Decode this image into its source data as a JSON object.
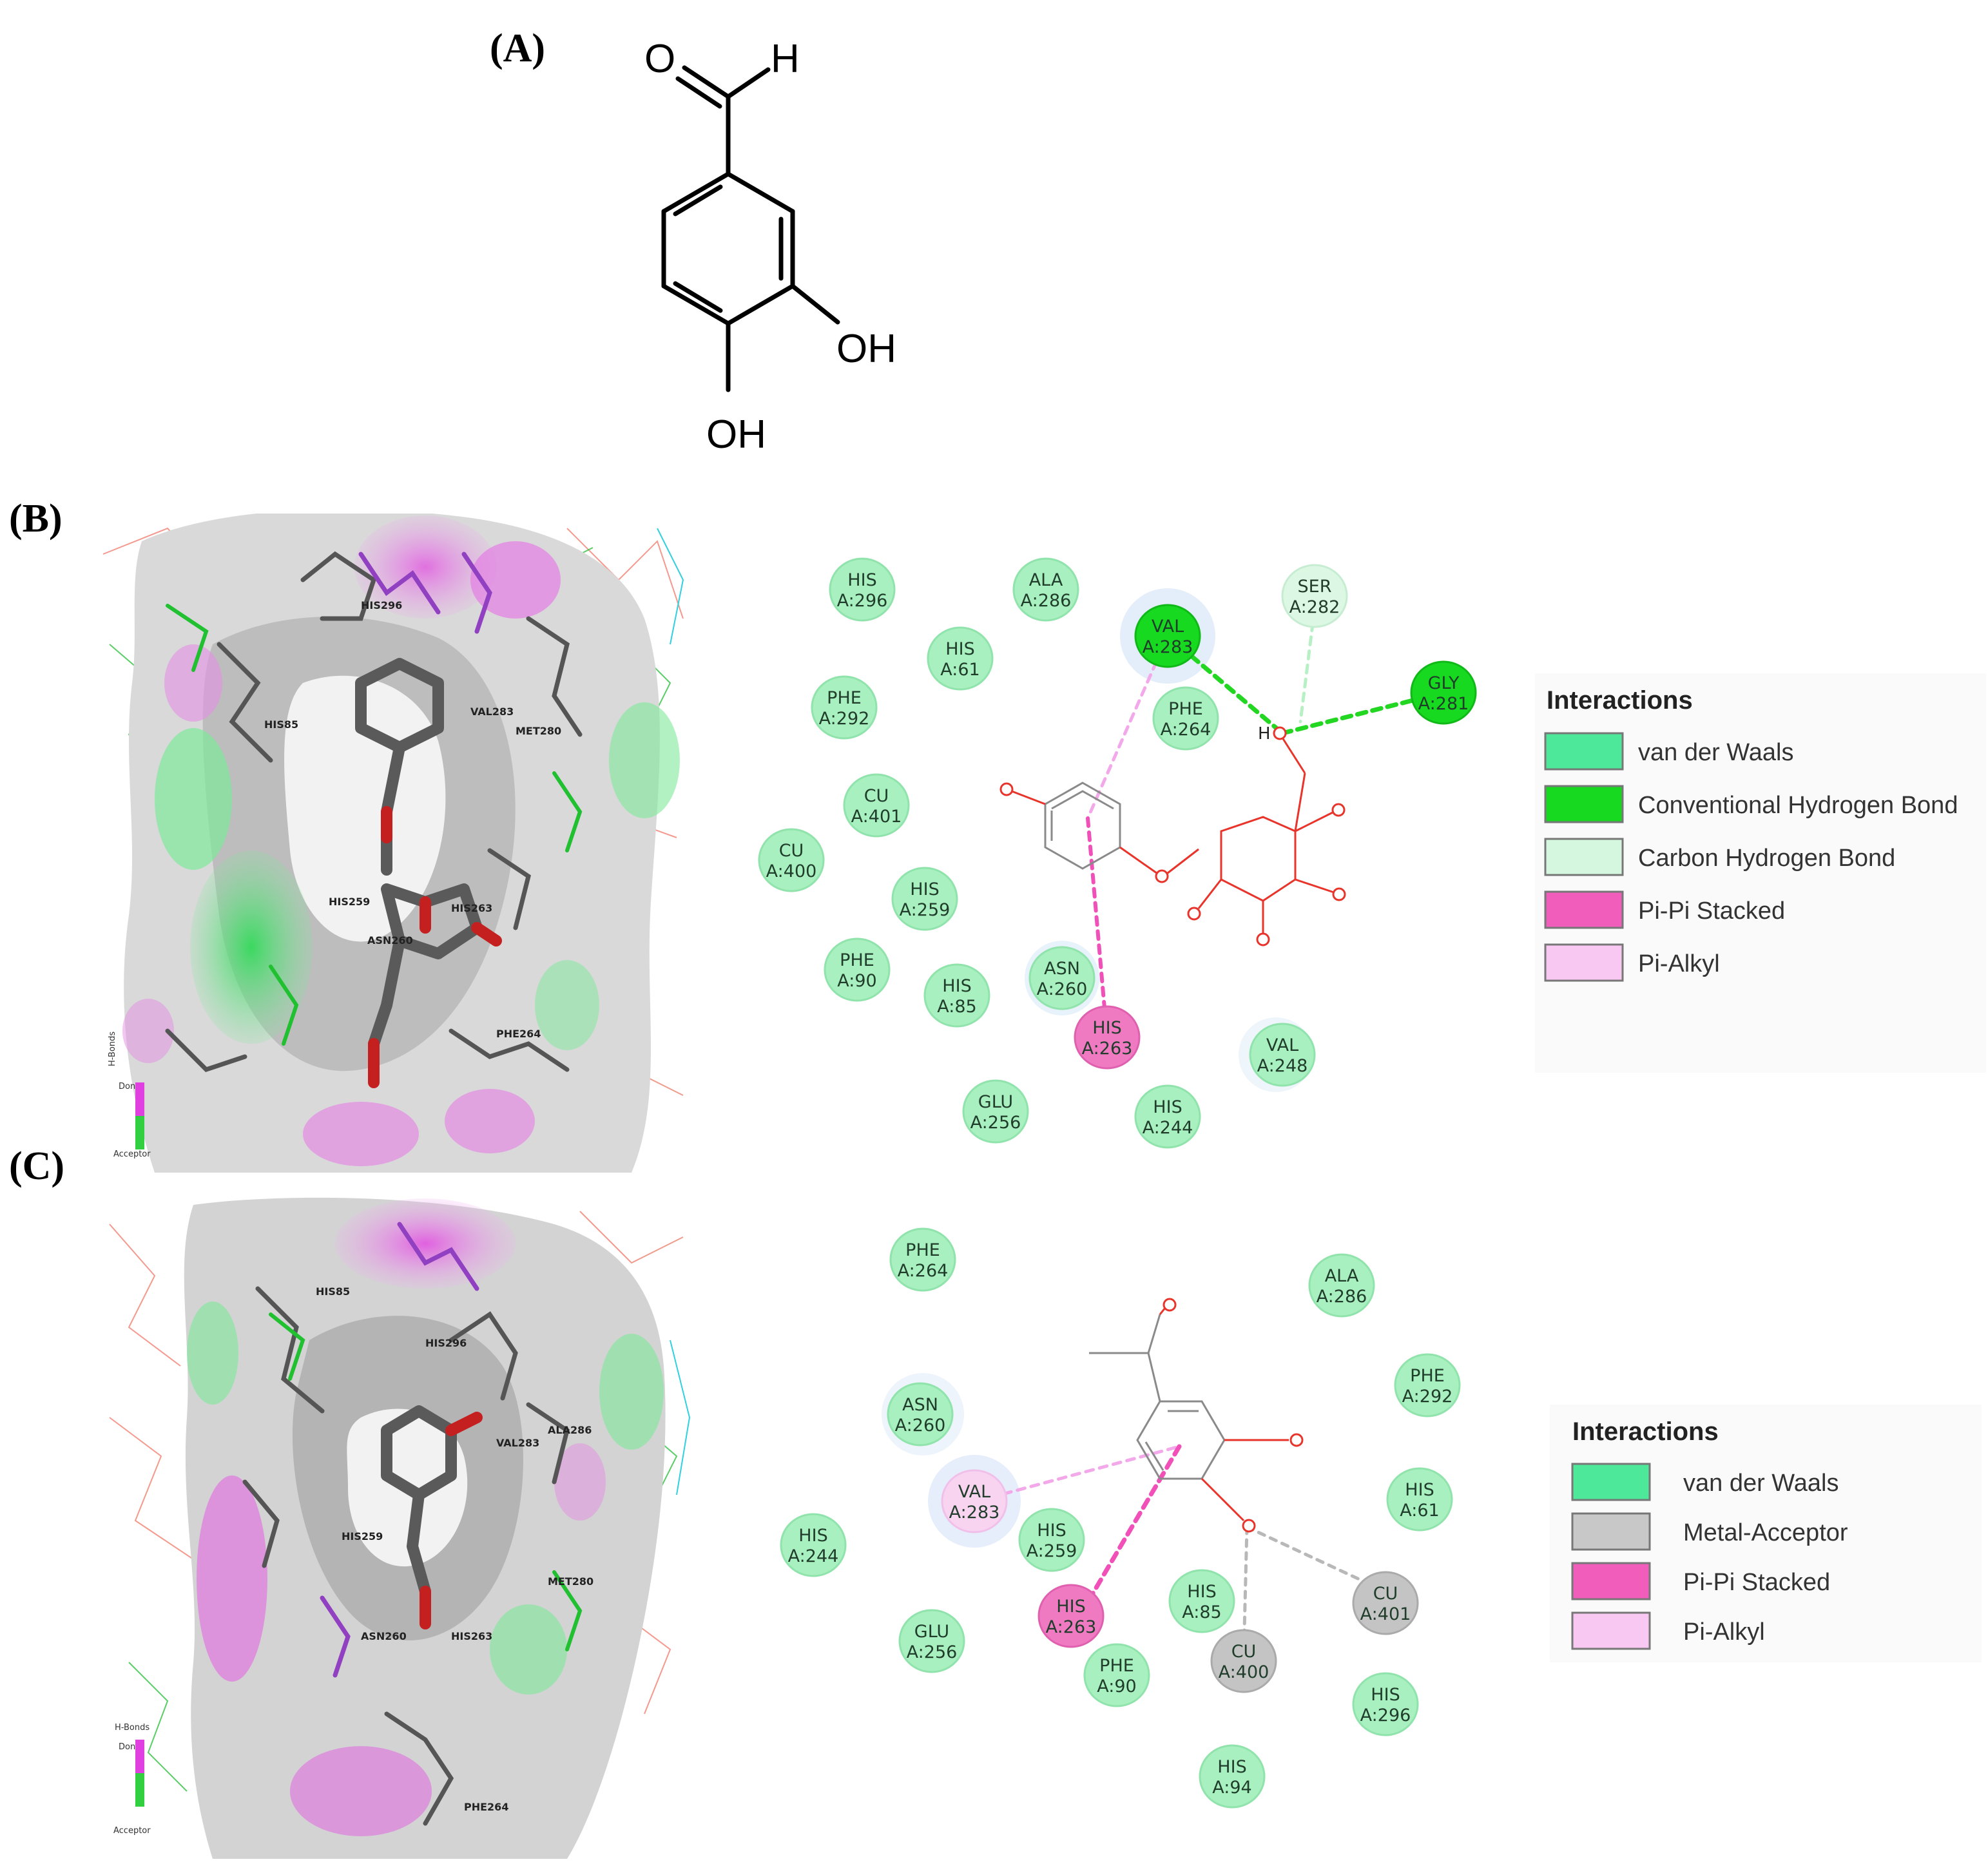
{
  "panels": {
    "a": {
      "label": "(A)",
      "structure": {
        "aldehyde_o": "O",
        "aldehyde_h": "H",
        "oh_upper": "OH",
        "oh_lower": "OH"
      }
    },
    "b": {
      "label": "(B)",
      "view3d": {
        "scale_top": "Donor",
        "scale_bottom": "Acceptor",
        "scale_caption": "H-Bonds",
        "residue_tags": [
          "HIS296",
          "HIS85",
          "VAL283",
          "MET280",
          "HIS259",
          "HIS263",
          "ASN260",
          "PHE264"
        ]
      },
      "residues": [
        {
          "name": "HIS",
          "id": "A:296",
          "kind": "vdw"
        },
        {
          "name": "ALA",
          "id": "A:286",
          "kind": "vdw"
        },
        {
          "name": "VAL",
          "id": "A:283",
          "kind": "hbond"
        },
        {
          "name": "SER",
          "id": "A:282",
          "kind": "chbond"
        },
        {
          "name": "HIS",
          "id": "A:61",
          "kind": "vdw"
        },
        {
          "name": "GLY",
          "id": "A:281",
          "kind": "hbond"
        },
        {
          "name": "PHE",
          "id": "A:292",
          "kind": "vdw"
        },
        {
          "name": "PHE",
          "id": "A:264",
          "kind": "vdw"
        },
        {
          "name": "CU",
          "id": "A:401",
          "kind": "vdw"
        },
        {
          "name": "CU",
          "id": "A:400",
          "kind": "vdw"
        },
        {
          "name": "HIS",
          "id": "A:259",
          "kind": "vdw"
        },
        {
          "name": "PHE",
          "id": "A:90",
          "kind": "vdw"
        },
        {
          "name": "HIS",
          "id": "A:85",
          "kind": "vdw"
        },
        {
          "name": "ASN",
          "id": "A:260",
          "kind": "vdw"
        },
        {
          "name": "HIS",
          "id": "A:263",
          "kind": "pipi"
        },
        {
          "name": "VAL",
          "id": "A:248",
          "kind": "vdw"
        },
        {
          "name": "GLU",
          "id": "A:256",
          "kind": "vdw"
        },
        {
          "name": "HIS",
          "id": "A:244",
          "kind": "vdw"
        }
      ],
      "ligand_atoms": {
        "h": "H"
      },
      "legend": {
        "title": "Interactions",
        "items": [
          {
            "label": "van der Waals",
            "color": "#4ee89a"
          },
          {
            "label": "Conventional Hydrogen Bond",
            "color": "#17d91f"
          },
          {
            "label": "Carbon Hydrogen Bond",
            "color": "#d6f7df"
          },
          {
            "label": "Pi-Pi Stacked",
            "color": "#f05dbb"
          },
          {
            "label": "Pi-Alkyl",
            "color": "#f9c8f2"
          }
        ]
      }
    },
    "c": {
      "label": "(C)",
      "view3d": {
        "scale_top": "Donor",
        "scale_bottom": "Acceptor",
        "scale_caption": "H-Bonds",
        "residue_tags": [
          "HIS85",
          "HIS296",
          "VAL283",
          "ALA286",
          "HIS259",
          "ASN260",
          "HIS263",
          "MET280",
          "PHE264"
        ]
      },
      "residues": [
        {
          "name": "PHE",
          "id": "A:264",
          "kind": "vdw"
        },
        {
          "name": "ALA",
          "id": "A:286",
          "kind": "vdw"
        },
        {
          "name": "ASN",
          "id": "A:260",
          "kind": "vdw"
        },
        {
          "name": "PHE",
          "id": "A:292",
          "kind": "vdw"
        },
        {
          "name": "VAL",
          "id": "A:283",
          "kind": "pialkyl"
        },
        {
          "name": "HIS",
          "id": "A:61",
          "kind": "vdw"
        },
        {
          "name": "HIS",
          "id": "A:244",
          "kind": "vdw"
        },
        {
          "name": "HIS",
          "id": "A:259",
          "kind": "vdw"
        },
        {
          "name": "HIS",
          "id": "A:85",
          "kind": "vdw"
        },
        {
          "name": "CU",
          "id": "A:401",
          "kind": "metal"
        },
        {
          "name": "HIS",
          "id": "A:263",
          "kind": "pipi"
        },
        {
          "name": "GLU",
          "id": "A:256",
          "kind": "vdw"
        },
        {
          "name": "PHE",
          "id": "A:90",
          "kind": "vdw"
        },
        {
          "name": "CU",
          "id": "A:400",
          "kind": "metal"
        },
        {
          "name": "HIS",
          "id": "A:296",
          "kind": "vdw"
        },
        {
          "name": "HIS",
          "id": "A:94",
          "kind": "vdw"
        }
      ],
      "legend": {
        "title": "Interactions",
        "items": [
          {
            "label": "van der Waals",
            "color": "#4ee89a"
          },
          {
            "label": "Metal-Acceptor",
            "color": "#c8c8c8"
          },
          {
            "label": "Pi-Pi Stacked",
            "color": "#f05dbb"
          },
          {
            "label": "Pi-Alkyl",
            "color": "#f9c8f2"
          }
        ]
      }
    }
  },
  "colors": {
    "vdw": "#a9f0c0",
    "vdw_edge": "#5fd98a",
    "hbond": "#17d91f",
    "chbond": "#dcf7e3",
    "pipi": "#f07ac2",
    "pialkyl": "#f8d4f1",
    "metal": "#c4c4c4",
    "hbond_line": "#22d622",
    "pipi_line": "#f050b8",
    "pialkyl_line": "#f3a8ea",
    "metal_line": "#b8b8b8",
    "ligand_red": "#e8342a"
  }
}
